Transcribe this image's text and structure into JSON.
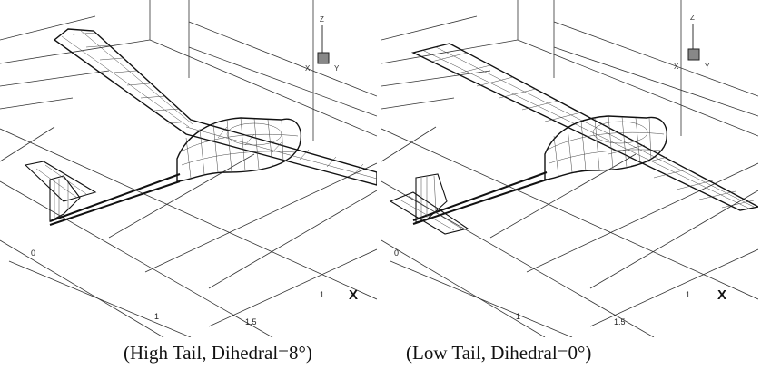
{
  "panels": [
    {
      "id": "left",
      "caption": "(High Tail, Dihedral=8°)",
      "axis_label": "X",
      "ticks": [
        "0",
        "1",
        "1",
        "1.5"
      ],
      "triad": {
        "z": "Z",
        "y": "Y",
        "x": "X"
      }
    },
    {
      "id": "right",
      "caption": "(Low Tail, Dihedral=0°)",
      "axis_label": "X",
      "ticks": [
        "0",
        "1",
        "1",
        "1.5"
      ],
      "triad": {
        "z": "Z",
        "y": "Y",
        "x": "X"
      }
    }
  ]
}
